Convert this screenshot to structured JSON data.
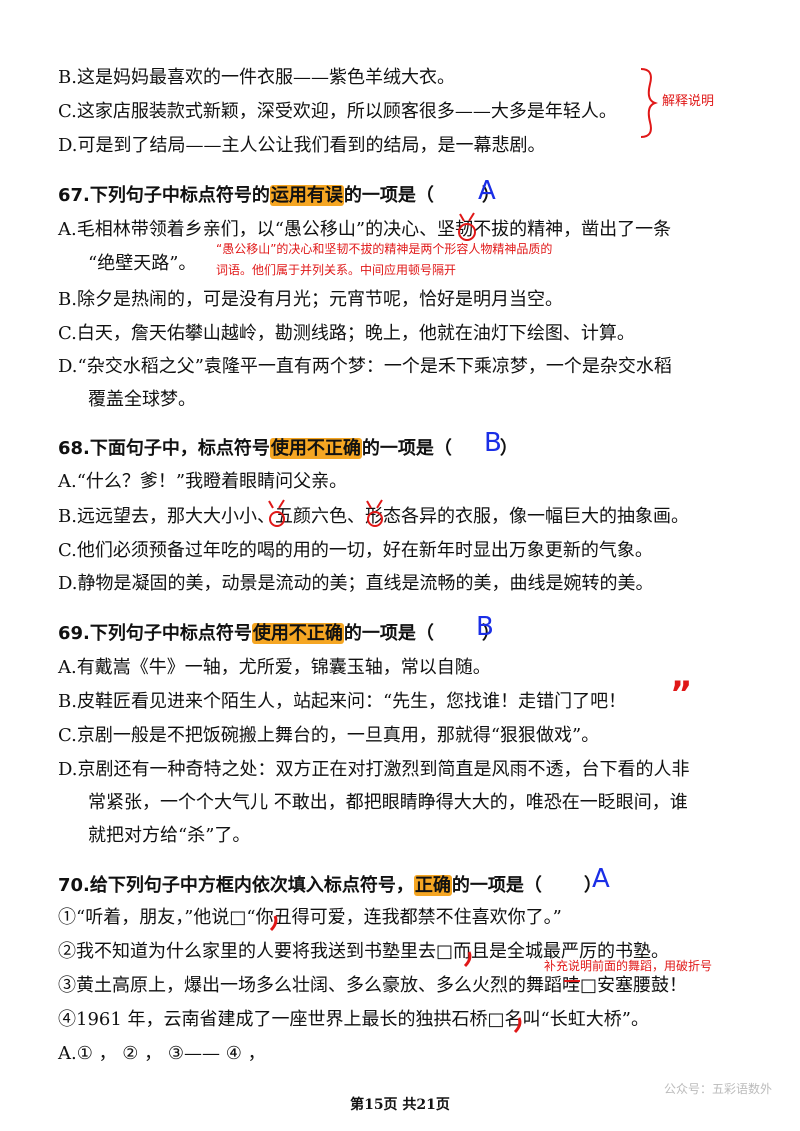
{
  "q66": {
    "opt_b": "B.这是妈妈最喜欢的一件衣服——紫色羊绒大衣。",
    "opt_c": "C.这家店服装款式新颖，深受欢迎，所以顾客很多——大多是年轻人。",
    "opt_d": "D.可是到了结局——主人公让我们看到的结局，是一幕悲剧。",
    "note": "解释说明"
  },
  "q67": {
    "title_pre": "67.下列句子中标点符号的",
    "title_hl": "运用有误",
    "title_post": "的一项是（",
    "title_end": "）",
    "answer": "A",
    "opt_a_1": "A.毛相林带领着乡亲们，以“愚公移山”的决心、坚韧不拔的精神，凿出了一条",
    "opt_a_2": "“绝壁天路”。",
    "note_1": "“愚公移山”的决心和坚韧不拔的精神是两个形容人物精神品质的",
    "note_2": "词语。他们属于并列关系。中间应用顿号隔开",
    "opt_b": "B.除夕是热闹的，可是没有月光；元宵节呢，恰好是明月当空。",
    "opt_c": "C.白天，詹天佑攀山越岭，勘测线路；晚上，他就在油灯下绘图、计算。",
    "opt_d_1": "D.“杂交水稻之父”袁隆平一直有两个梦：一个是禾下乘凉梦，一个是杂交水稻",
    "opt_d_2": "覆盖全球梦。"
  },
  "q68": {
    "title_pre": "68.下面句子中，标点符号",
    "title_hl": "使用不正确",
    "title_post": "的一项是（",
    "title_end": "）",
    "answer": "B",
    "opt_a": "A.“什么？爹！”我瞪着眼睛问父亲。",
    "opt_b": "B.远远望去，那大大小小、五颜六色、形态各异的衣服，像一幅巨大的抽象画。",
    "opt_c": "C.他们必须预备过年吃的喝的用的一切，好在新年时显出万象更新的气象。",
    "opt_d": "D.静物是凝固的美，动景是流动的美；直线是流畅的美，曲线是婉转的美。"
  },
  "q69": {
    "title_pre": "69.下列句子中标点符号",
    "title_hl": "使用不正确",
    "title_post": "的一项是（",
    "title_end": "）",
    "answer": "B",
    "opt_a": "A.有戴嵩《牛》一轴，尤所爱，锦囊玉轴，常以自随。",
    "opt_b": "B.皮鞋匠看见进来个陌生人，站起来问：“先生，您找谁！走错门了吧！",
    "opt_b_mark": "”",
    "opt_c": "C.京剧一般是不把饭碗搬上舞台的，一旦真用，那就得“狠狠做戏”。",
    "opt_d_1": "D.京剧还有一种奇特之处：双方正在对打激烈到简直是风雨不透，台下看的人非",
    "opt_d_2": "常紧张，一个个大气儿 不敢出，都把眼睛睁得大大的，唯恐在一眨眼间，谁",
    "opt_d_3": "就把对方给“杀”了。"
  },
  "q70": {
    "title_pre": "70.给下列句子中方框内依次填入标点符号，",
    "title_hl": "正确",
    "title_post": "的一项是（",
    "title_end": "）",
    "answer": "A",
    "s1": "①“听着，朋友，”他说□“你丑得可爱，连我都禁不住喜欢你了。”",
    "s2": "②我不知道为什么家里的人要将我送到书塾里去□而且是全城最严厉的书塾。",
    "s3": "③黄土高原上，爆出一场多么壮阔、多么豪放、多么火烈的舞蹈哇□安塞腰鼓！",
    "s4": "④1961 年，云南省建成了一座世界上最长的独拱石桥□名叫“长虹大桥”。",
    "note": "补充说明前面的舞蹈，用破折号",
    "opt_a": "A.① ，  ② ，  ③——  ④ ，"
  },
  "footer": "第15页 共21页",
  "watermark": "公众号：五彩语数外"
}
